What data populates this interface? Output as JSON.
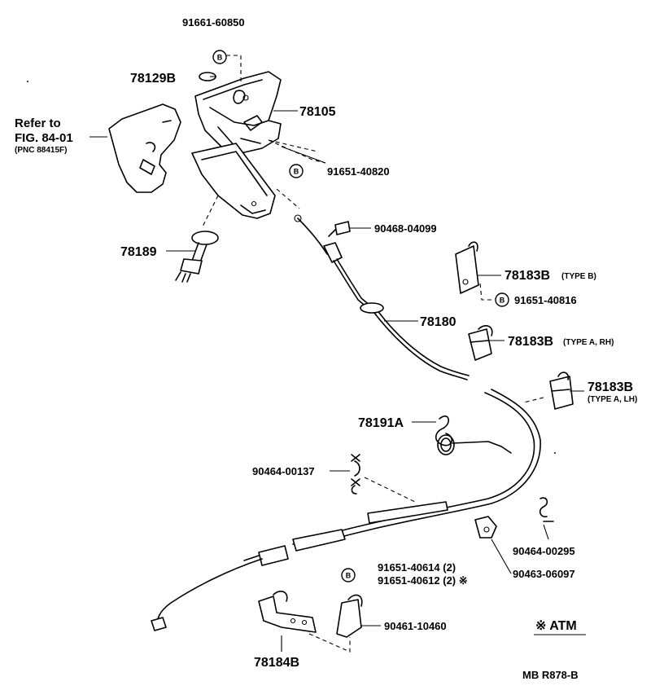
{
  "labels": {
    "p91661_60850": "91661-60850",
    "p78129B": "78129B",
    "p78105": "78105",
    "ref_line1": "Refer to",
    "ref_line2": "FIG. 84-01",
    "ref_line3": "(PNC 88415F)",
    "p91651_40820": "91651-40820",
    "p90468_04099": "90468-04099",
    "p78189": "78189",
    "p78183B_typeB": "78183B",
    "typeB_note": "(TYPE B)",
    "p91651_40816": "91651-40816",
    "p78180": "78180",
    "p78183B_typeA_rh": "78183B",
    "typeA_rh_note": "(TYPE A, RH)",
    "p78183B_typeA_lh": "78183B",
    "typeA_lh_note": "(TYPE A, LH)",
    "p78191A": "78191A",
    "p90464_00137": "90464-00137",
    "p90464_00295": "90464-00295",
    "p91651_40614": "91651-40614 (2)",
    "p91651_40612": "91651-40612 (2) ※",
    "p90463_06097": "90463-06097",
    "p90461_10460": "90461-10460",
    "atm_note": "※ ATM",
    "p78184B": "78184B",
    "drawing_code": "MB R878-B"
  },
  "badge_letter": "B"
}
